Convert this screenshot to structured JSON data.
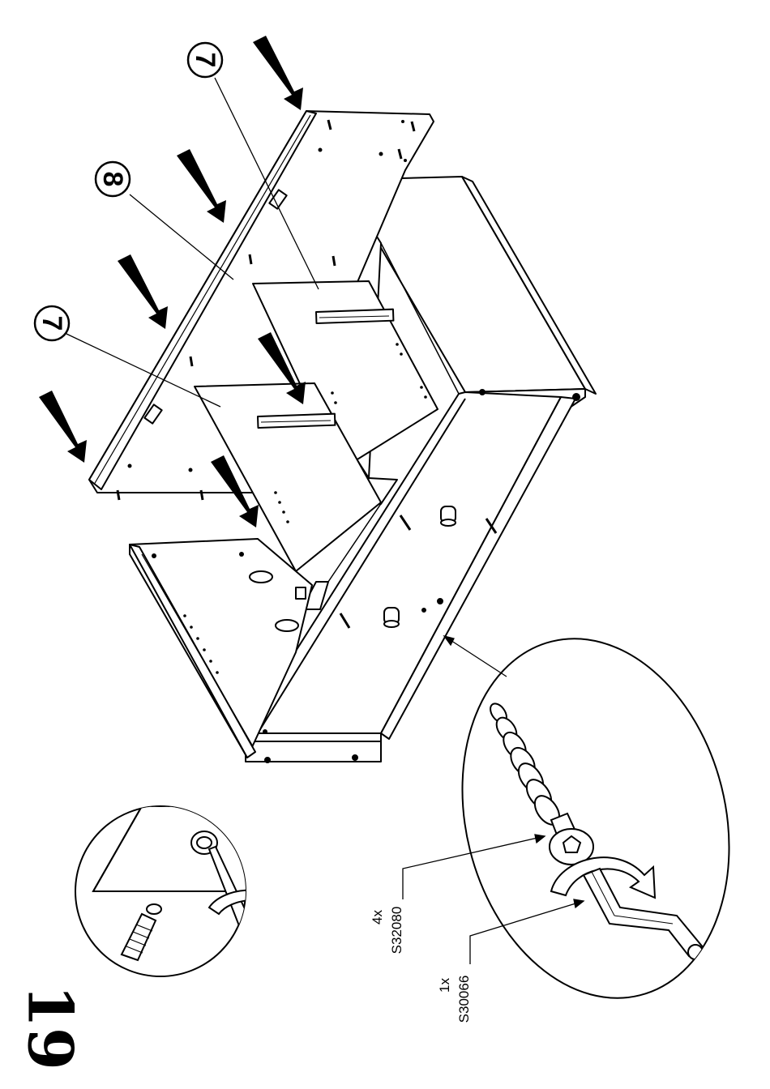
{
  "step": {
    "number": "19"
  },
  "callouts": [
    {
      "id": "callout-7-top",
      "label": "7"
    },
    {
      "id": "callout-8",
      "label": "8"
    },
    {
      "id": "callout-7-left",
      "label": "7"
    }
  ],
  "parts": [
    {
      "quantity": "4x",
      "code": "S32080"
    },
    {
      "quantity": "1x",
      "code": "S30066"
    }
  ],
  "colors": {
    "ink": "#000000",
    "paper": "#ffffff"
  },
  "icons": [
    "arrow-icon",
    "screwdriver-icon",
    "allen-key-icon",
    "screw-icon",
    "rotation-arrow-icon"
  ]
}
